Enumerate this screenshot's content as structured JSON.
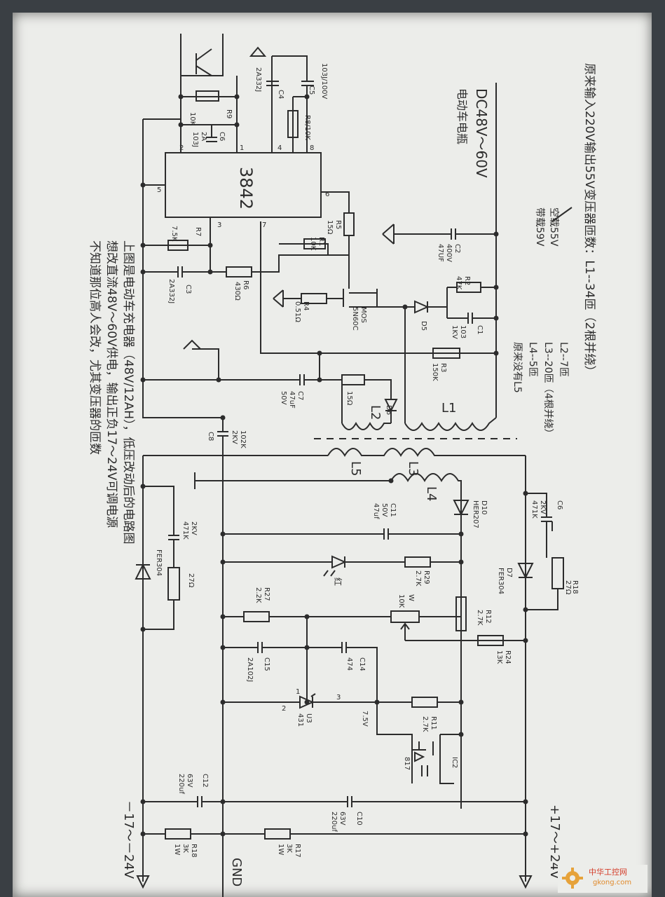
{
  "notes": {
    "line1": "原来输入220V输出55V变压器匝数：L1--34匝（2根并绕）",
    "noload": "空载55V",
    "load": "带载59V",
    "l2": "L2--7匝",
    "l3": "L3--20匝（4根并绕）",
    "l4": "L4--5匝",
    "no_l5": "原来没有L5",
    "dc_input": "DC48V～60V",
    "battery": "电动车电瓶",
    "desc1": "上图是电动车充电器（48V/12AH），低压改动后的电路图",
    "desc2": "想改直流48V～60V供电，输出正负17～24V可调电源",
    "desc3": "不知道那位高人会改，尤其变压器的匝数"
  },
  "chip": {
    "name": "3842",
    "pins": [
      "1",
      "2",
      "3",
      "4",
      "5",
      "6",
      "7",
      "8"
    ]
  },
  "components": {
    "R9": "R9",
    "R9v": "10K",
    "C6a": "C6",
    "C6av": "2A",
    "C6av2": "103J",
    "C4": "C4",
    "C4v": "2A332J",
    "C5": "C5",
    "C5v": "103J/100V",
    "R8": "R8/10K",
    "R7": "R7",
    "R7v": "7.5K",
    "C3": "C3",
    "C3v": "2A332J",
    "R6": "R6",
    "R6v": "430Ω",
    "R5": "R5",
    "R5v": "15Ω",
    "R1": "R1",
    "R1v": "10K",
    "R4": "R4",
    "R4v": "0.51Ω",
    "MOS": "MOS",
    "MOSv": "5N60C",
    "C2": "C2",
    "C2v": "400V",
    "C2v2": "47UF",
    "R2": "R2",
    "R2v": "47K",
    "C1": "C1",
    "C1v": "103",
    "C1v2": "1KV",
    "D5": "D5",
    "R3": "R3",
    "R3v": "150K",
    "C7": "C7",
    "C7v": "47uF",
    "C7v2": "50V",
    "R15": "15Ω",
    "D6": "D6",
    "C8": "C8",
    "C8v": "102K",
    "C8v2": "2KV",
    "L1": "L1",
    "L2": "L2",
    "L3": "L3",
    "L4": "L4",
    "L5": "L5",
    "D10": "D10",
    "D10v": "HER207",
    "C11": "C11",
    "C11v": "50V",
    "C11v2": "47uf",
    "C61": "C6",
    "C61v": "2KV",
    "C61v2": "471K",
    "D7": "D7",
    "D7v": "FER304",
    "R18a": "R18",
    "R18av": "27Ω",
    "Cleft": "2KV",
    "Cleftv": "471K",
    "Dleft": "FER304",
    "Rleft": "27Ω",
    "LED": "红",
    "R29": "R29",
    "R29v": "2.7K",
    "R27": "R27",
    "R27v": "2.2K",
    "W": "W",
    "Wv": "10K",
    "R12": "R12",
    "R12v": "2.7K",
    "R24": "R24",
    "R24v": "13K",
    "C15": "C15",
    "C15v": "2A102J",
    "C14": "C14",
    "C14v": "474",
    "U3": "U3",
    "U3v": "431",
    "U3p1": "1",
    "U3p2": "2",
    "U3p3": "3",
    "R11": "R11",
    "R11v": "2.7K",
    "V75": "7.5V",
    "OC": "817",
    "IC2": "IC2",
    "C12": "C12",
    "C12v": "63V",
    "C12v2": "220uf",
    "C10": "C10",
    "C10v": "63V",
    "C10v2": "220uf",
    "R18b": "R18",
    "R18bv": "3K",
    "R18bv2": "1W",
    "R17": "R17",
    "R17v": "3K",
    "R17v2": "1W"
  },
  "outputs": {
    "neg": "－17～－24V",
    "gnd": "GND",
    "pos": "+17～+24V"
  },
  "watermark": {
    "site": "中华工控网",
    "domain": "gkong.com"
  },
  "colors": {
    "paper": "#ecedea",
    "ink": "#2c2c2c",
    "background": "#3a3f44",
    "watermark": "#d43d2a"
  }
}
